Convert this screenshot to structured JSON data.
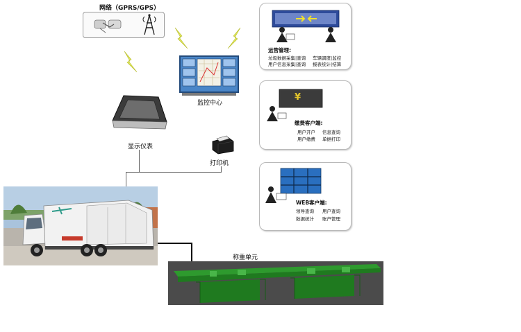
{
  "network": {
    "title": "网络（GPRS/GPS）",
    "icons": [
      "handshake-icon",
      "radio-tower-icon"
    ]
  },
  "monitor_center": {
    "label": "监控中心"
  },
  "display_device": {
    "label": "显示仪表"
  },
  "printer": {
    "label": "打印机"
  },
  "weighing_unit": {
    "label": "称重单元"
  },
  "panels": {
    "operations": {
      "title": "运营管理:",
      "items": [
        "垃圾数据采集|查询",
        "车辆调度|监控",
        "用户信息采集|查询",
        "报表统计|结算"
      ]
    },
    "payment": {
      "title": "缴费客户端:",
      "items": [
        "用户开户",
        "信息查询",
        "用户缴费",
        "单据打印"
      ],
      "currency_symbol": "¥"
    },
    "web": {
      "title": "WEB客户端:",
      "items": [
        "领导查询",
        "用户查询",
        "数据统计",
        "账户管理"
      ]
    }
  },
  "colors": {
    "lightning": "#dfe65a",
    "monitor_frame": "#4a86c8",
    "weighing_green": "#1f7a1f",
    "truck_body": "#f2f2f2"
  }
}
